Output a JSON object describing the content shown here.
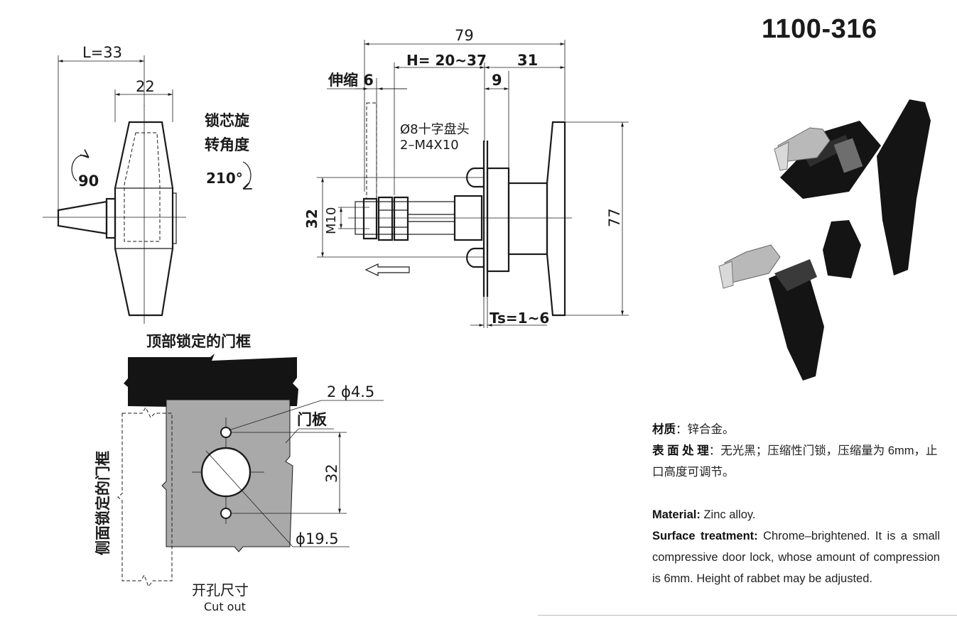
{
  "title": "1100-316",
  "labels": {
    "l33": "L=33",
    "w22": "22",
    "rot_title_1": "锁芯旋",
    "rot_title_2": "转角度",
    "rot90": "90",
    "rot210": "210°",
    "d79": "79",
    "dH": "H= 20~37",
    "d31": "31",
    "stretch": "伸缩 6",
    "d9": "9",
    "screw_1": "Ø8十字盘头",
    "screw_2": "2–M4X10",
    "d32v": "32",
    "m10": "M10",
    "d77": "77",
    "ts": "Ts=1~6",
    "top_frame": "顶部锁定的门框",
    "hole_small": "2 ϕ4.5",
    "door_panel": "门板",
    "d32b": "32",
    "hole_big": "ϕ19.5",
    "side_frame": "侧面锁定的门框",
    "cutout_cn": "开孔尺寸",
    "cutout_en": "Cut out"
  },
  "cn": {
    "material_label": "材质",
    "material_value": "：锌合金。",
    "surface_label": "表 面 处 理",
    "surface_value": "：无光黑；压缩性门锁，压缩量为 6mm，止口高度可调节。"
  },
  "en": {
    "material_label": "Material:",
    "material_value": " Zinc alloy.",
    "surface_label": "Surface treatment:",
    "surface_value": " Chrome–brightened. It is a small compressive door lock, whose amount of compression is 6mm. Height of rabbet may be adjusted."
  },
  "colors": {
    "panel_gray": "#a9a9a9",
    "ink": "#1a1a1a",
    "product_black": "#141414",
    "metal": "#b9b9b9"
  },
  "icons": {
    "rotate_ccw": "rotation-arrow-icon",
    "rotate_cw": "rotation-arrow-icon",
    "direction": "left-arrow-icon"
  }
}
